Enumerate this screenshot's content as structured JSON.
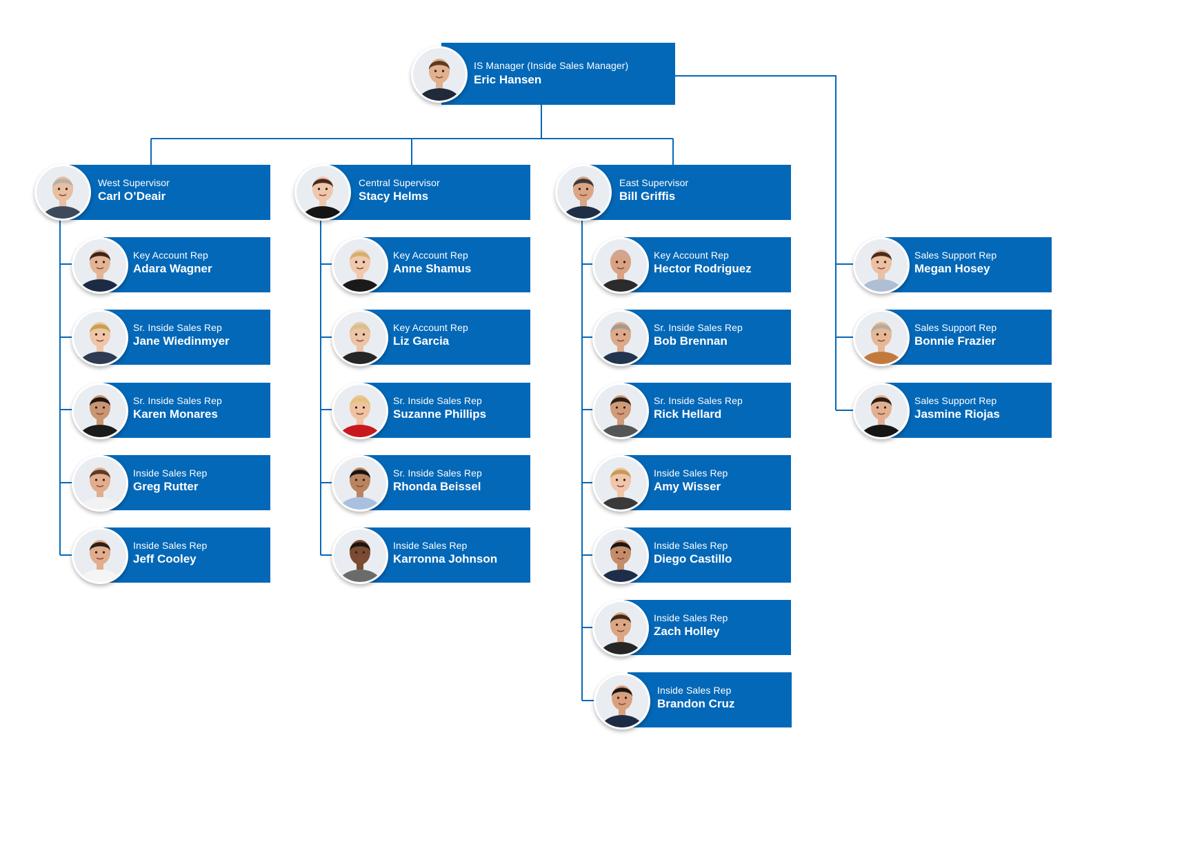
{
  "colors": {
    "card": "#0468b8",
    "connector": "#0468b8",
    "text": "#ffffff",
    "avatar_bg": "#e9edf1"
  },
  "avatar_icon": "person-photo-icon",
  "manager": {
    "title": "IS Manager (Inside Sales Manager)",
    "name": "Eric Hansen",
    "photo": {
      "skin": "#e0b08f",
      "hair": "#5a3a22",
      "shirt": "#1f2a3a"
    }
  },
  "supervisors": [
    {
      "title": "West Supervisor",
      "name": "Carl O’Deair",
      "photo": {
        "skin": "#e8bfa2",
        "hair": "#b8b1a8",
        "shirt": "#3d4a5c"
      }
    },
    {
      "title": "Central Supervisor",
      "name": "Stacy Helms",
      "photo": {
        "skin": "#efc7ad",
        "hair": "#4a2a1e",
        "shirt": "#151515"
      }
    },
    {
      "title": "East Supervisor",
      "name": "Bill Griffis",
      "photo": {
        "skin": "#dba585",
        "hair": "#3a3a3a",
        "shirt": "#1e2f46"
      }
    }
  ],
  "west_team": [
    {
      "title": "Key Account Rep",
      "name": "Adara Wagner",
      "photo": {
        "skin": "#e3b496",
        "hair": "#3c2518",
        "shirt": "#1d2a44"
      }
    },
    {
      "title": "Sr. Inside Sales Rep",
      "name": "Jane Wiedinmyer",
      "photo": {
        "skin": "#efc5a8",
        "hair": "#c9a14e",
        "shirt": "#2f3b52"
      }
    },
    {
      "title": "Sr. Inside Sales Rep",
      "name": "Karen Monares",
      "photo": {
        "skin": "#c99572",
        "hair": "#1d1714",
        "shirt": "#1b1b1b"
      }
    },
    {
      "title": "Inside Sales Rep",
      "name": "Greg Rutter",
      "photo": {
        "skin": "#e2ad8e",
        "hair": "#5b3b28",
        "shirt": "#f2f2f2"
      }
    },
    {
      "title": "Inside Sales Rep",
      "name": "Jeff Cooley",
      "photo": {
        "skin": "#e1ad8d",
        "hair": "#2a2019",
        "shirt": "#f5f5f5"
      }
    }
  ],
  "central_team": [
    {
      "title": "Key Account Rep",
      "name": "Anne Shamus",
      "photo": {
        "skin": "#f0c9ae",
        "hair": "#d2b06e",
        "shirt": "#1a1a1a"
      }
    },
    {
      "title": "Key Account Rep",
      "name": "Liz Garcia",
      "photo": {
        "skin": "#ecc4a6",
        "hair": "#d8c08e",
        "shirt": "#262626"
      }
    },
    {
      "title": "Sr. Inside Sales Rep",
      "name": "Suzanne Phillips",
      "photo": {
        "skin": "#f0c2a2",
        "hair": "#e0c47a",
        "shirt": "#c8181e"
      }
    },
    {
      "title": "Sr. Inside Sales Rep",
      "name": "Rhonda Beissel",
      "photo": {
        "skin": "#b98460",
        "hair": "#141414",
        "shirt": "#a9c1de"
      }
    },
    {
      "title": "Inside Sales Rep",
      "name": "Karronna Johnson",
      "photo": {
        "skin": "#7a4b31",
        "hair": "#1c1410",
        "shirt": "#6b6b6b"
      }
    }
  ],
  "east_team": [
    {
      "title": "Key Account Rep",
      "name": "Hector Rodriguez",
      "photo": {
        "skin": "#d9a282",
        "hair": "#cfa790",
        "shirt": "#2b2b2b"
      }
    },
    {
      "title": "Sr. Inside Sales Rep",
      "name": "Bob Brennan",
      "photo": {
        "skin": "#dcaa8a",
        "hair": "#a39a90",
        "shirt": "#23344e"
      }
    },
    {
      "title": "Sr. Inside Sales Rep",
      "name": "Rick Hellard",
      "photo": {
        "skin": "#cf9b78",
        "hair": "#2a2019",
        "shirt": "#555555"
      }
    },
    {
      "title": "Inside Sales Rep",
      "name": "Amy Wisser",
      "photo": {
        "skin": "#efc6a9",
        "hair": "#c99a55",
        "shirt": "#3a3a3a"
      }
    },
    {
      "title": "Inside Sales Rep",
      "name": "Diego Castillo",
      "photo": {
        "skin": "#c48d69",
        "hair": "#1c1612",
        "shirt": "#1d2d4a"
      }
    },
    {
      "title": "Inside Sales Rep",
      "name": "Zach Holley",
      "photo": {
        "skin": "#dca583",
        "hair": "#3a2a1d",
        "shirt": "#262626"
      }
    },
    {
      "title": "Inside Sales Rep",
      "name": "Brandon Cruz",
      "photo": {
        "skin": "#d8a07d",
        "hair": "#1c1612",
        "shirt": "#1e2b44"
      }
    }
  ],
  "support_team": [
    {
      "title": "Sales Support Rep",
      "name": "Megan Hosey",
      "photo": {
        "skin": "#ecc0a2",
        "hair": "#4a2c1d",
        "shirt": "#aebfd3"
      }
    },
    {
      "title": "Sales Support Rep",
      "name": "Bonnie Frazier",
      "photo": {
        "skin": "#e7b896",
        "hair": "#b4aba0",
        "shirt": "#c27a3c"
      }
    },
    {
      "title": "Sales Support Rep",
      "name": "Jasmine Riojas",
      "photo": {
        "skin": "#e2b091",
        "hair": "#2b1d15",
        "shirt": "#151515"
      }
    }
  ]
}
